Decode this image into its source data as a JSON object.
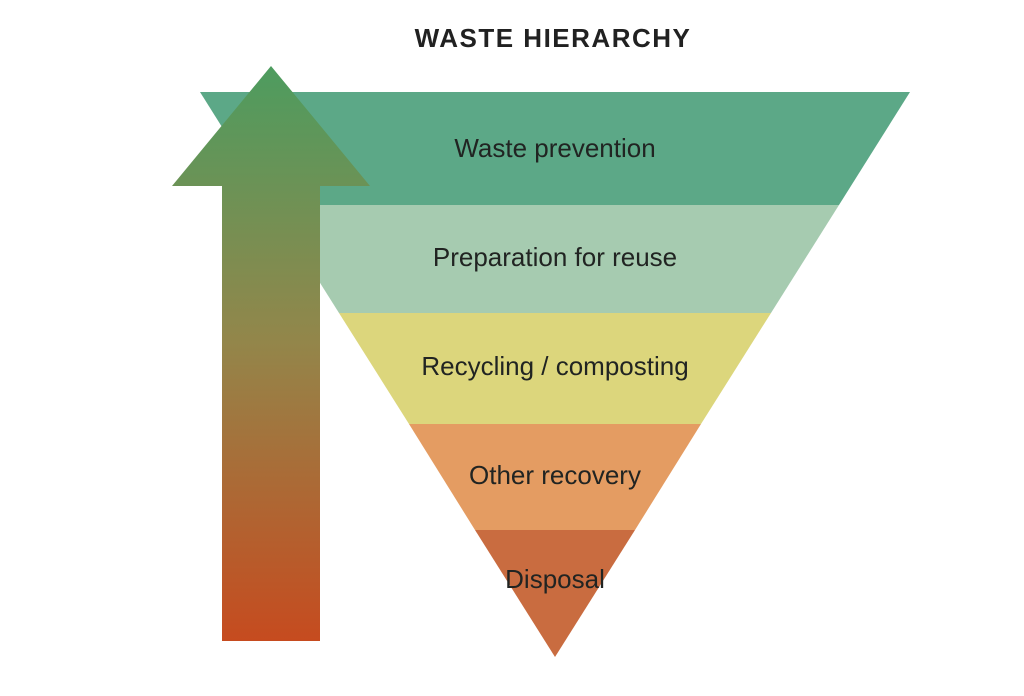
{
  "title": "WASTE HIERARCHY",
  "colors": {
    "background": "#ffffff",
    "title_text": "#212121",
    "label_text": "#212422"
  },
  "chart_data": {
    "type": "funnel",
    "title": "WASTE HIERARCHY",
    "orientation": "inverted-pyramid",
    "levels": [
      {
        "rank": 1,
        "label": "Waste prevention",
        "color": "#5ca887"
      },
      {
        "rank": 2,
        "label": "Preparation for reuse",
        "color": "#a6cbb0"
      },
      {
        "rank": 3,
        "label": "Recycling / composting",
        "color": "#dcd67c"
      },
      {
        "rank": 4,
        "label": "Other recovery",
        "color": "#e49c62"
      },
      {
        "rank": 5,
        "label": "Disposal",
        "color": "#c96c40"
      }
    ],
    "arrow": {
      "direction": "up",
      "gradient": [
        "#4d9c5f",
        "#93864a",
        "#c64b1f"
      ]
    }
  }
}
